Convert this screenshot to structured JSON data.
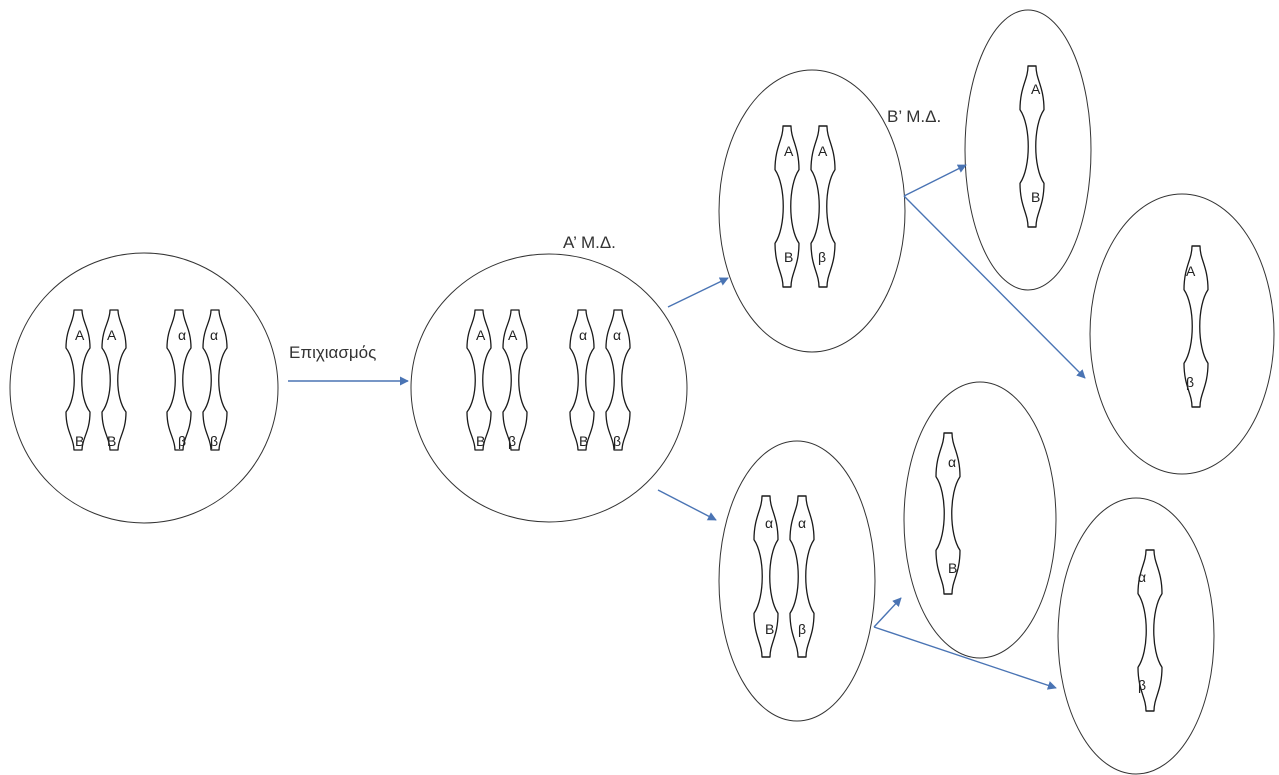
{
  "labels": {
    "crossing_over": "Επιχιασμός",
    "meiosis_1": "Α’ Μ.Δ.",
    "meiosis_2": "Β’ Μ.Δ."
  },
  "cells": {
    "initial": {
      "pair1": {
        "left": [
          "A",
          "B"
        ],
        "right": [
          "A",
          "B"
        ]
      },
      "pair2": {
        "left": [
          "α",
          "β"
        ],
        "right": [
          "α",
          "β"
        ]
      }
    },
    "after_crossing_over": {
      "pair1": {
        "left": [
          "A",
          "B"
        ],
        "right": [
          "A",
          "β"
        ]
      },
      "pair2": {
        "left": [
          "α",
          "B"
        ],
        "right": [
          "α",
          "β"
        ]
      }
    },
    "meiosis1_top": {
      "left": [
        "A",
        "B"
      ],
      "right": [
        "A",
        "β"
      ]
    },
    "meiosis1_bottom": {
      "left": [
        "α",
        "B"
      ],
      "right": [
        "α",
        "β"
      ]
    },
    "gamete_1": [
      "A",
      "B"
    ],
    "gamete_2": [
      "A",
      "β"
    ],
    "gamete_3": [
      "α",
      "B"
    ],
    "gamete_4": [
      "α",
      "β"
    ]
  },
  "colors": {
    "arrow": "#4a74b4",
    "outline": "#333333"
  }
}
